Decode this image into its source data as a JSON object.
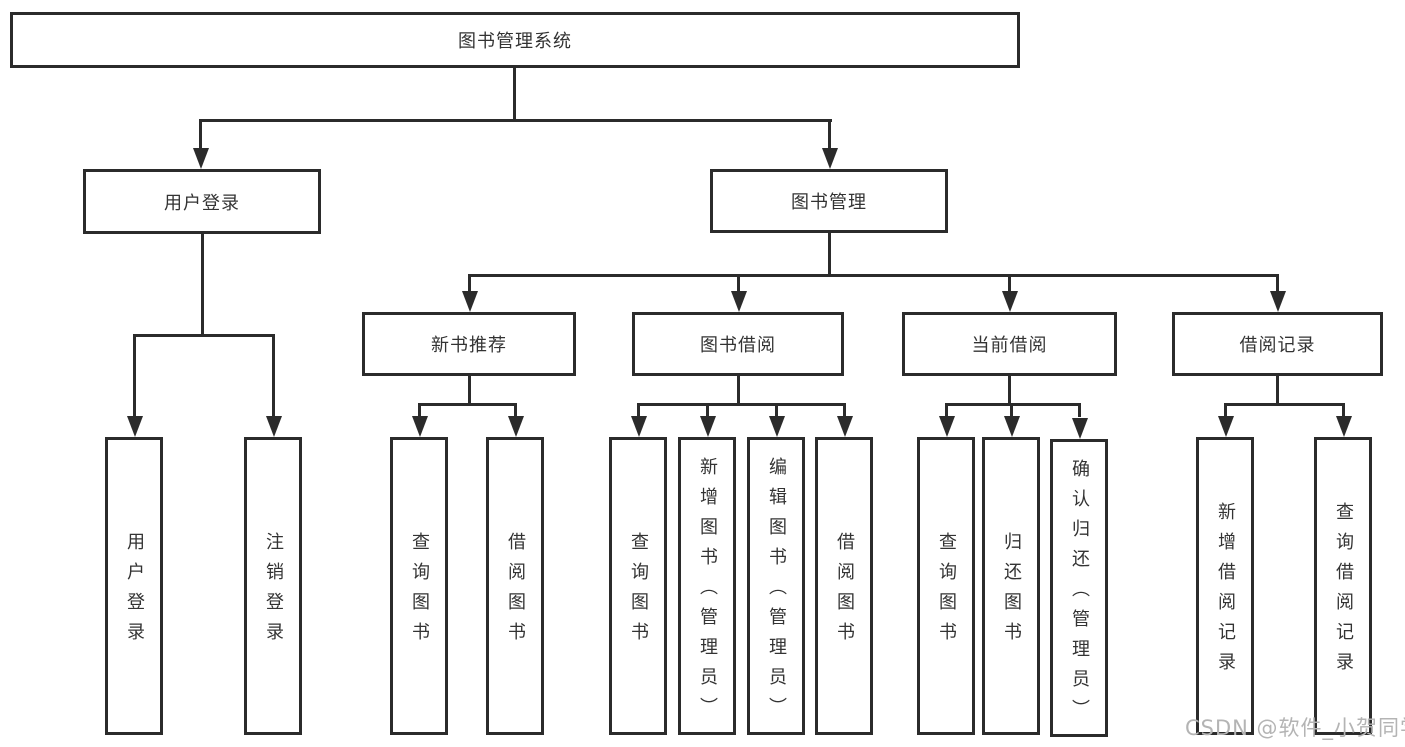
{
  "diagram": {
    "title": "图书管理系统",
    "tree": {
      "label": "图书管理系统",
      "children": [
        {
          "label": "用户登录",
          "children": [
            {
              "label": "用户登录"
            },
            {
              "label": "注销登录"
            }
          ]
        },
        {
          "label": "图书管理",
          "children": [
            {
              "label": "新书推荐",
              "children": [
                {
                  "label": "查询图书"
                },
                {
                  "label": "借阅图书"
                }
              ]
            },
            {
              "label": "图书借阅",
              "children": [
                {
                  "label": "查询图书"
                },
                {
                  "label": "新增图书（管理员）"
                },
                {
                  "label": "编辑图书（管理员）"
                },
                {
                  "label": "借阅图书"
                }
              ]
            },
            {
              "label": "当前借阅",
              "children": [
                {
                  "label": "查询图书"
                },
                {
                  "label": "归还图书"
                },
                {
                  "label": "确认归还（管理员）"
                }
              ]
            },
            {
              "label": "借阅记录",
              "children": [
                {
                  "label": "新增借阅记录"
                },
                {
                  "label": "查询借阅记录"
                }
              ]
            }
          ]
        }
      ]
    },
    "colors": {
      "line": "#2b2b2b",
      "text": "#333333",
      "background": "#ffffff",
      "watermark": "#b4b4b4"
    }
  },
  "watermark": {
    "text": "CSDN @软件_小贺同学"
  }
}
